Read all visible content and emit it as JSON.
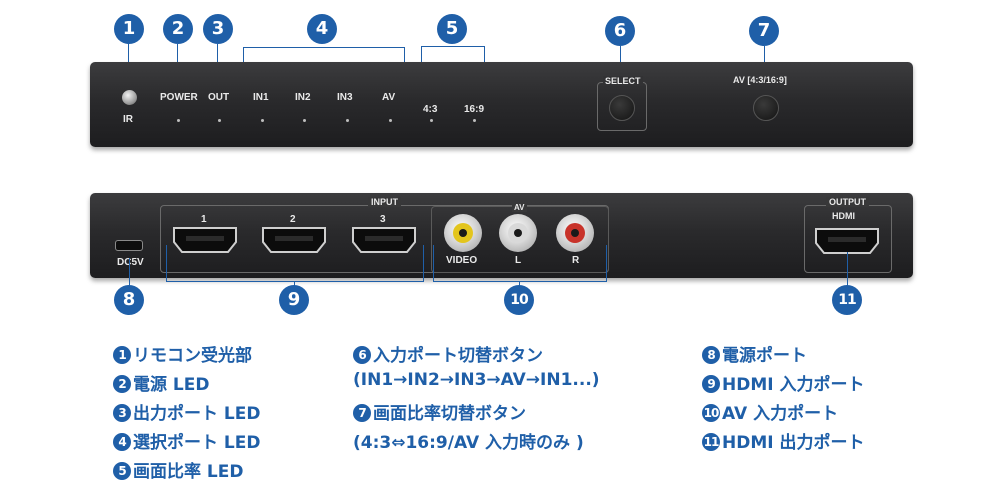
{
  "markers": [
    "1",
    "2",
    "3",
    "4",
    "5",
    "6",
    "7",
    "8",
    "9",
    "10",
    "11"
  ],
  "front_panel": {
    "ir": "IR",
    "power": "POWER",
    "out": "OUT",
    "in1": "IN1",
    "in2": "IN2",
    "in3": "IN3",
    "av": "AV",
    "ratio_43": "4:3",
    "ratio_169": "16:9",
    "select": "SELECT",
    "av_ratio": "AV [4:3/16:9]"
  },
  "rear_panel": {
    "dc5v": "DC5V",
    "input": "INPUT",
    "port1": "1",
    "port2": "2",
    "port3": "3",
    "av": "AV",
    "video": "VIDEO",
    "left": "L",
    "right": "R",
    "output": "OUTPUT",
    "hdmi": "HDMI"
  },
  "legend": {
    "col1": [
      {
        "num": "1",
        "text": "リモコン受光部"
      },
      {
        "num": "2",
        "text": "電源 LED"
      },
      {
        "num": "3",
        "text": "出力ポート LED"
      },
      {
        "num": "4",
        "text": "選択ポート LED"
      },
      {
        "num": "5",
        "text": "画面比率 LED"
      }
    ],
    "col2": [
      {
        "num": "6",
        "text": "入力ポート切替ボタン"
      },
      {
        "num": "",
        "text": "(IN1→IN2→IN3→AV→IN1...)"
      },
      {
        "num": "7",
        "text": "画面比率切替ボタン"
      },
      {
        "num": "",
        "text": "(4:3⇔16:9/AV 入力時のみ )"
      }
    ],
    "col3": [
      {
        "num": "8",
        "text": "電源ポート"
      },
      {
        "num": "9",
        "text": "HDMI 入力ポート"
      },
      {
        "num": "10",
        "text": "AV 入力ポート"
      },
      {
        "num": "11",
        "text": "HDMI 出力ポート"
      }
    ]
  },
  "colors": {
    "accent": "#1f5fa8",
    "panel": "#2a2a2c",
    "rca_yellow": "#e3c51d",
    "rca_white": "#d9d9d9",
    "rca_red": "#c8332a"
  }
}
